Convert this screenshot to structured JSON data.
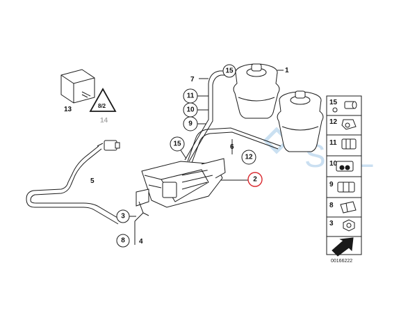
{
  "labels": {
    "n1": "1",
    "n2": "2",
    "n3": "3",
    "n4": "4",
    "n5": "5",
    "n6": "6",
    "n7": "7",
    "n8": "8",
    "n9": "9",
    "n10": "10",
    "n11": "11",
    "n12": "12",
    "n13": "13",
    "n14": "14",
    "n15": "15"
  },
  "sidebar": {
    "items": [
      "15",
      "12",
      "11",
      "10",
      "9",
      "8",
      "3"
    ]
  },
  "watermark": "SOL",
  "diagram_code": "00166222",
  "colors": {
    "line": "#1a1a1a",
    "highlight": "#d9262c",
    "watermark": "#9fc6e6",
    "muted": "#aaaaaa"
  }
}
